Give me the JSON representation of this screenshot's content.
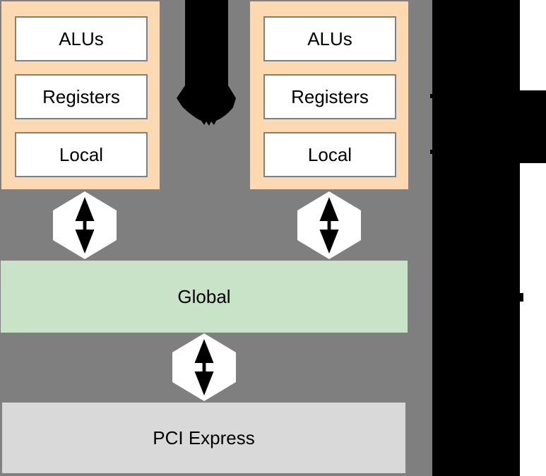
{
  "diagram": {
    "compute_units": [
      {
        "blocks": [
          "ALUs",
          "Registers",
          "Local"
        ]
      },
      {
        "blocks": [
          "ALUs",
          "Registers",
          "Local"
        ]
      }
    ],
    "global": {
      "label": "Global"
    },
    "pci": {
      "label": "PCI Express"
    },
    "colors": {
      "background_gray": "#7f7f7f",
      "unit_fill": "#fcd9b0",
      "global_fill": "#c9e3c9",
      "pci_fill": "#d9d9d9",
      "box_border": "#808080",
      "box_fill": "#ffffff",
      "redacted_black": "#000000"
    }
  }
}
